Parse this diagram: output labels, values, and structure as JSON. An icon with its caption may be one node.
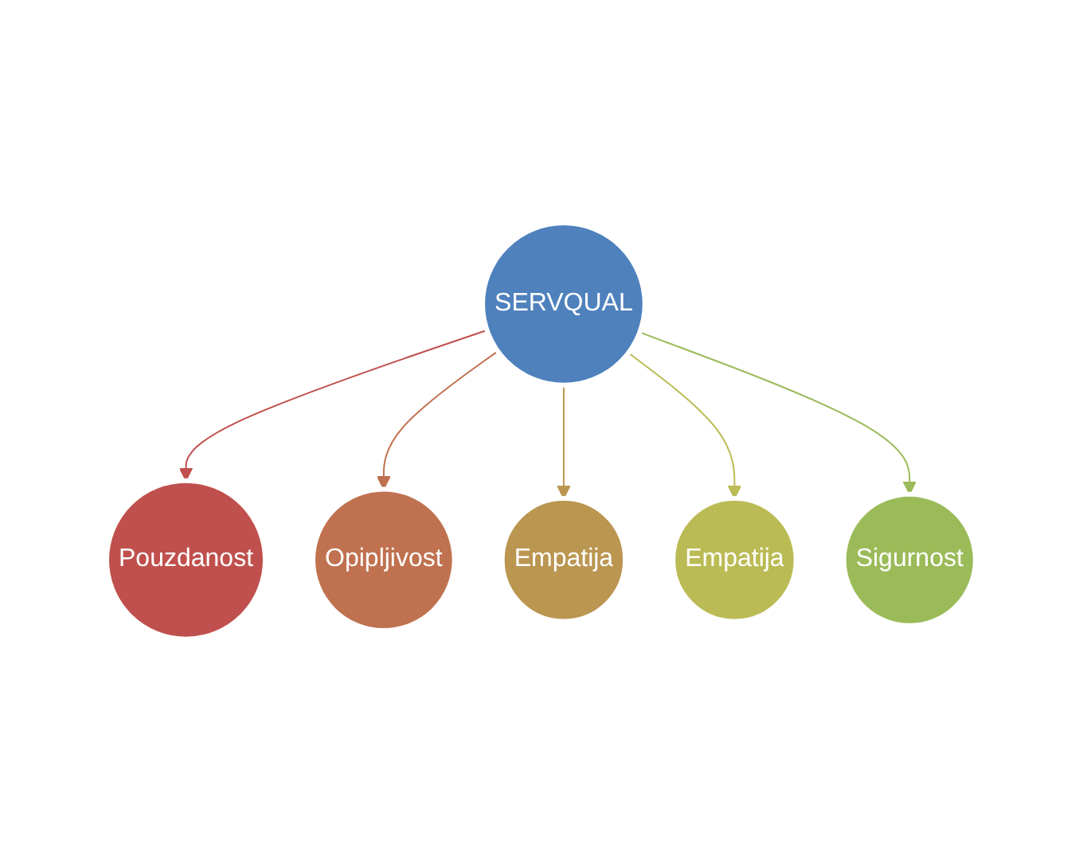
{
  "diagram": {
    "nodes": [
      {
        "text": [
          "Pouzdanost"
        ]
      },
      {
        "text": [
          "Opipljivost"
        ]
      },
      {
        "text": [
          "Sigurnost"
        ]
      },
      {
        "text": [
          "SERVQUAL"
        ]
      },
      {
        "text": [
          "Empatija"
        ]
      },
      {
        "text": [
          "Empatija"
        ]
      }
    ],
    "edges": [
      {
        "from": 3,
        "to": 0,
        "arrow": "to",
        "color": "#c0504d"
      },
      {
        "from": 3,
        "to": 1,
        "arrow": "to",
        "color": "#c0714f"
      },
      {
        "from": 3,
        "to": 5,
        "arrow": "to",
        "color": "#bb9651"
      },
      {
        "from": 3,
        "to": 4,
        "arrow": "to",
        "color": "#bbbb55"
      },
      {
        "from": 3,
        "to": 2,
        "arrow": "to",
        "color": "#9bbb59"
      }
    ]
  }
}
